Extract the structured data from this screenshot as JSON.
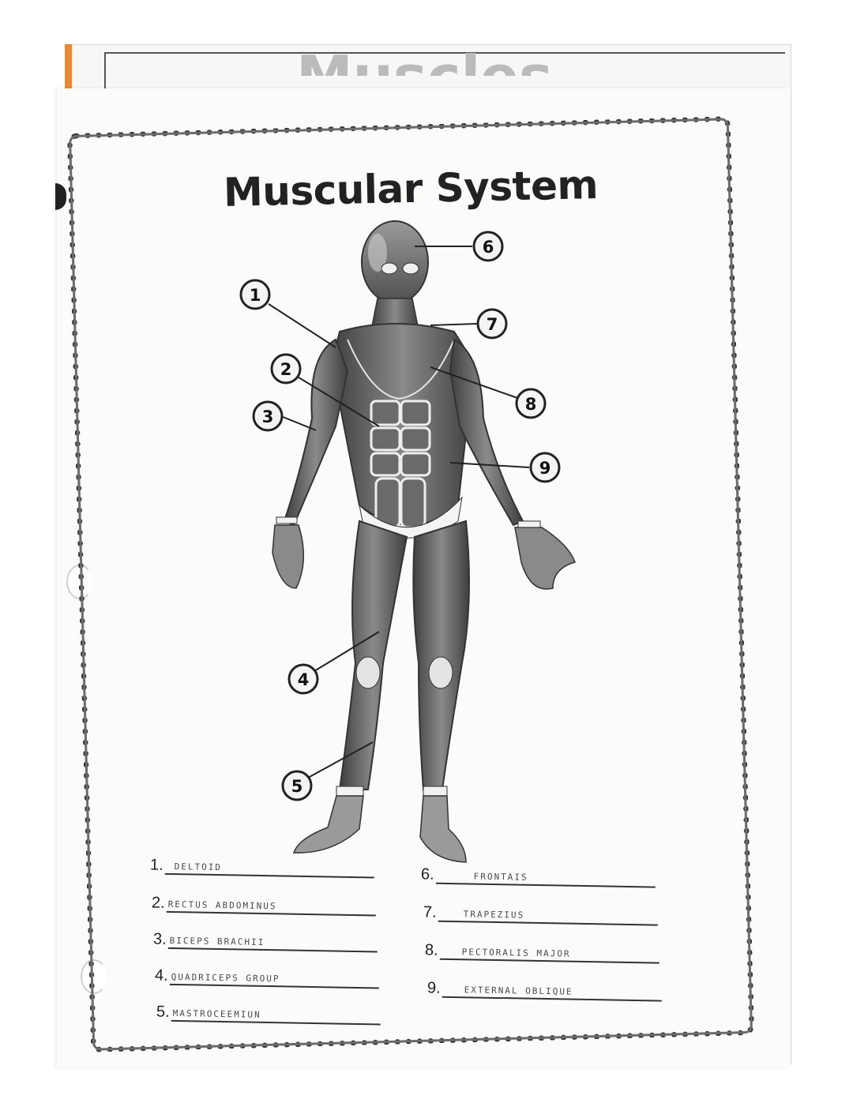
{
  "back_sheet": {
    "title_partial": "Muscles"
  },
  "worksheet": {
    "title": "Muscular System",
    "callouts": [
      "1",
      "2",
      "3",
      "4",
      "5",
      "6",
      "7",
      "8",
      "9"
    ],
    "answers": [
      {
        "number": "1.",
        "text": "DELTOID"
      },
      {
        "number": "2.",
        "text": "RECTUS ABDOMINUS"
      },
      {
        "number": "3.",
        "text": "BICEPS BRACHII"
      },
      {
        "number": "4.",
        "text": "QUADRICEPS GROUP"
      },
      {
        "number": "5.",
        "text": "MASTROCEEMIUN"
      },
      {
        "number": "6.",
        "text": "FRONTAIS"
      },
      {
        "number": "7.",
        "text": "TRAPEZIUS"
      },
      {
        "number": "8.",
        "text": "PECTORALIS MAJOR"
      },
      {
        "number": "9.",
        "text": "EXTERNAL OBLIQUE"
      }
    ]
  },
  "colors": {
    "ink": "#222222",
    "muscle_dark": "#4a4a4a",
    "muscle_light": "#bdbdbd",
    "paper": "#fbfbfa",
    "tab_orange": "#e8893a"
  }
}
